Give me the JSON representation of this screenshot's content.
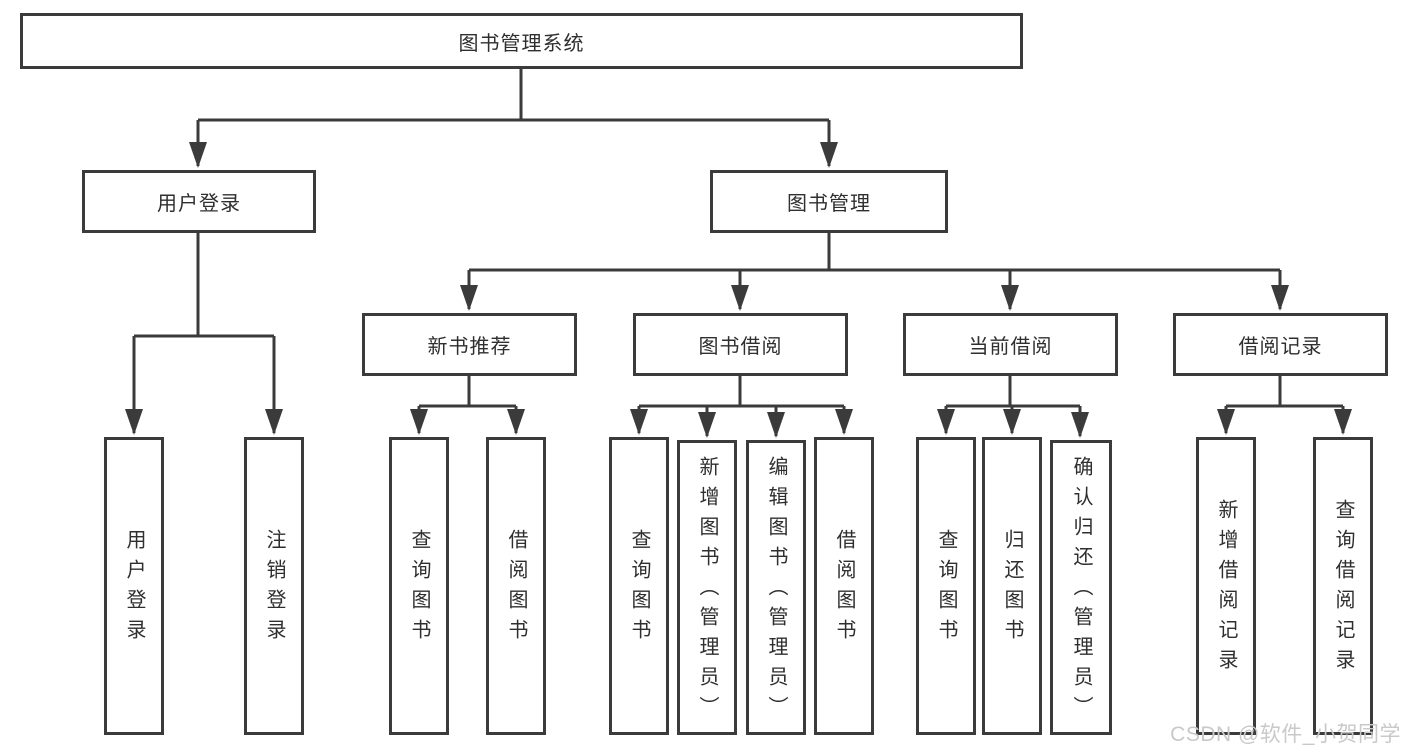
{
  "tree": {
    "label": "图书管理系统",
    "children": [
      {
        "label": "用户登录",
        "children": [
          {
            "label": "用户登录"
          },
          {
            "label": "注销登录"
          }
        ]
      },
      {
        "label": "图书管理",
        "children": [
          {
            "label": "新书推荐",
            "children": [
              {
                "label": "查询图书"
              },
              {
                "label": "借阅图书"
              }
            ]
          },
          {
            "label": "图书借阅",
            "children": [
              {
                "label": "查询图书"
              },
              {
                "label": "新增图书（管理员）"
              },
              {
                "label": "编辑图书（管理员）"
              },
              {
                "label": "借阅图书"
              }
            ]
          },
          {
            "label": "当前借阅",
            "children": [
              {
                "label": "查询图书"
              },
              {
                "label": "归还图书"
              },
              {
                "label": "确认归还（管理员）"
              }
            ]
          },
          {
            "label": "借阅记录",
            "children": [
              {
                "label": "新增借阅记录"
              },
              {
                "label": "查询借阅记录"
              }
            ]
          }
        ]
      }
    ]
  },
  "watermark": {
    "text": "CSDN @软件_小贺同学"
  },
  "colors": {
    "line": "#3b3b3b",
    "text": "#2f2f2f",
    "background": "#ffffff",
    "watermark": "#c9c9c9"
  }
}
